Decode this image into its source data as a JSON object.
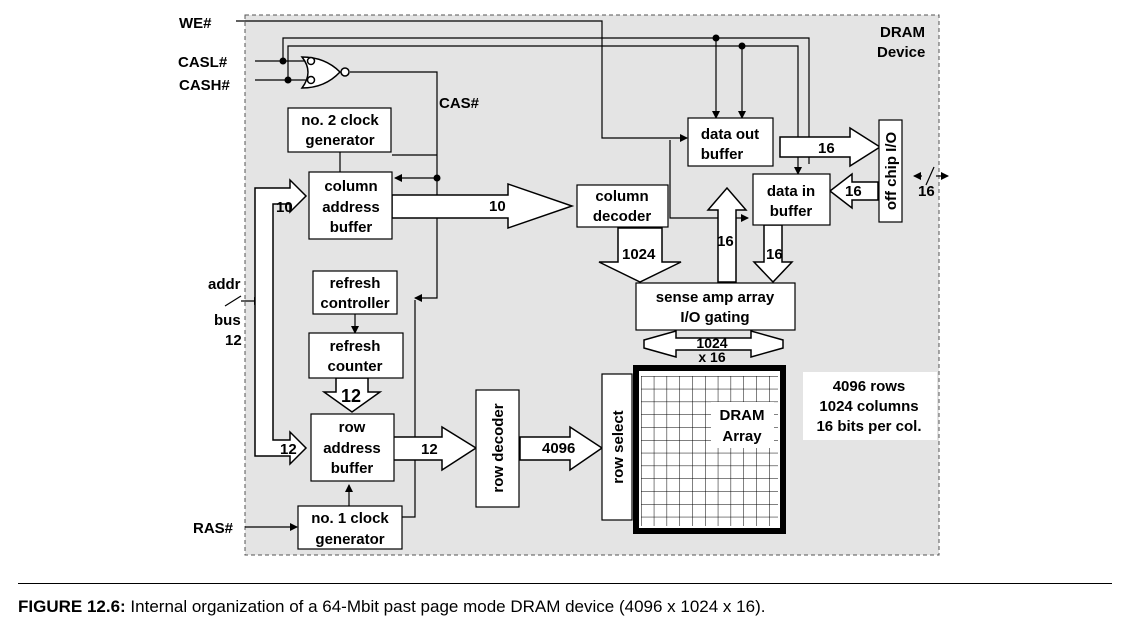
{
  "device": {
    "title_line1": "DRAM",
    "title_line2": "Device"
  },
  "signals": {
    "we": "WE#",
    "casl": "CASL#",
    "cash": "CASH#",
    "cas": "CAS#",
    "ras": "RAS#",
    "addr_line1": "addr",
    "addr_line2": "bus",
    "addr_width": "12"
  },
  "blocks": {
    "clock2": [
      "no. 2 clock",
      "generator"
    ],
    "col_buffer": [
      "column",
      "address",
      "buffer"
    ],
    "refresh_ctrl": [
      "refresh",
      "controller"
    ],
    "refresh_cnt": [
      "refresh",
      "counter"
    ],
    "row_buffer": [
      "row",
      "address",
      "buffer"
    ],
    "clock1": [
      "no. 1 clock",
      "generator"
    ],
    "row_decoder": "row decoder",
    "row_select": "row select",
    "col_decoder": [
      "column",
      "decoder"
    ],
    "sense_amp": [
      "sense amp array",
      "I/O gating"
    ],
    "data_out": [
      "data out",
      "buffer"
    ],
    "data_in": [
      "data in",
      "buffer"
    ],
    "off_chip": "off chip I/O",
    "array": [
      "DRAM",
      "Array"
    ]
  },
  "widths": {
    "col_in": "10",
    "col_out": "10",
    "col_dec_out": "1024",
    "row_in": "12",
    "row_out": "12",
    "counter_out": "12",
    "row_dec_out": "4096",
    "array_io_line1": "1024",
    "array_io_line2": "x 16",
    "sense_to_out": "16",
    "in_to_sense": "16",
    "out_to_io": "16",
    "io_to_in": "16",
    "external": "16"
  },
  "array_info": [
    "4096 rows",
    "1024 columns",
    "16 bits per col."
  ],
  "caption": {
    "label": "FIGURE 12.6:",
    "text": " Internal organization of a 64-Mbit past page mode DRAM device (4096 x 1024 x 16)."
  }
}
